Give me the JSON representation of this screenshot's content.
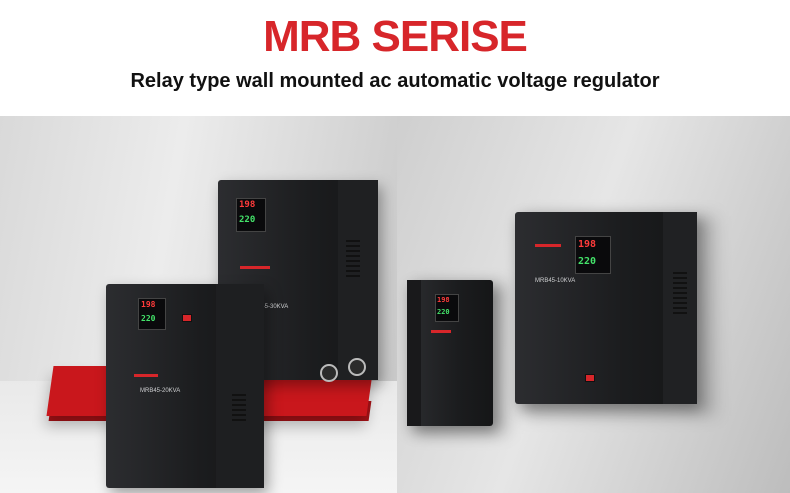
{
  "header": {
    "title": "MRB SERISE",
    "subtitle": "Relay type wall mounted ac automatic voltage regulator"
  },
  "units": {
    "front_left": {
      "display_top": "198",
      "display_bottom": "220",
      "model": "MRB45-20KVA"
    },
    "back_left": {
      "display_top": "198",
      "display_bottom": "220",
      "model": "MRB45-30KVA"
    },
    "small_right": {
      "display_top": "198",
      "display_bottom": "220"
    },
    "large_right": {
      "display_top": "198",
      "display_bottom": "220",
      "model": "MRB45-10KVA"
    }
  },
  "colors": {
    "brand_red": "#d7262a",
    "pedestal_red": "#c9171c",
    "display_red": "#ff3b3b",
    "display_green": "#44e36a"
  }
}
